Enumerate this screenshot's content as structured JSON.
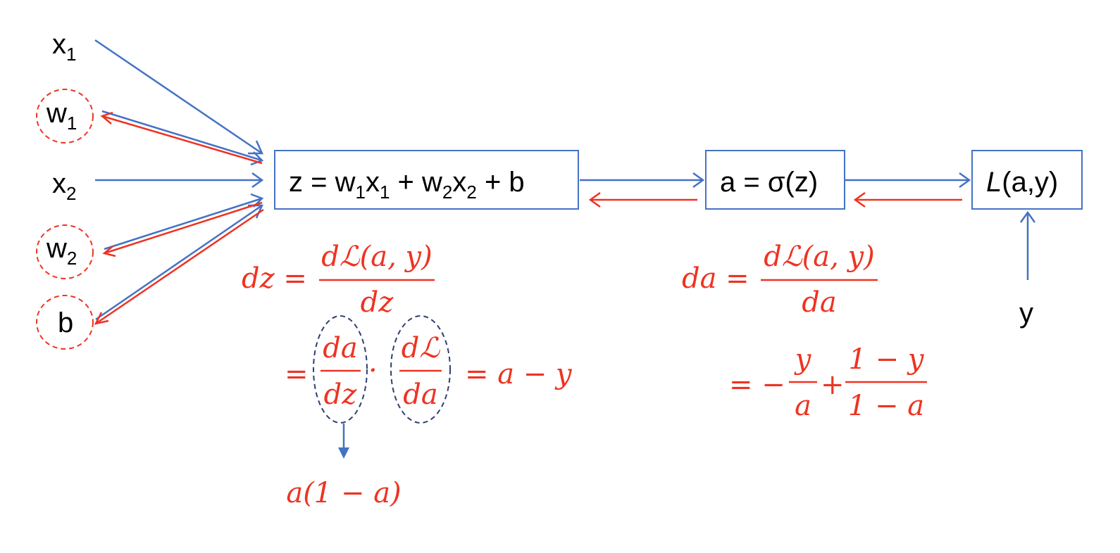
{
  "colors": {
    "forward": "#4472c4",
    "backward": "#ee3322",
    "text": "#000000",
    "math": "#ee3322",
    "circle_navy": "#2f3f6f"
  },
  "inputs": {
    "x1": {
      "base": "x",
      "sub": "1"
    },
    "w1": {
      "base": "w",
      "sub": "1"
    },
    "x2": {
      "base": "x",
      "sub": "2"
    },
    "w2": {
      "base": "w",
      "sub": "2"
    },
    "b": {
      "base": "b"
    }
  },
  "nodes": {
    "z": {
      "parts": [
        "z = w",
        "1",
        "x",
        "1",
        " + w",
        "2",
        "x",
        "2",
        " + b"
      ]
    },
    "a": {
      "text": "a = σ(z)"
    },
    "loss": {
      "italic": "L",
      "rest": "(a,y)"
    },
    "y": {
      "text": "y"
    }
  },
  "equations": {
    "dz_def": {
      "lhs": "dz =",
      "num": "dℒ(a, y)",
      "den": "dz"
    },
    "dz_chain": {
      "eq": "=",
      "f1_num": "da",
      "f1_den": "dz",
      "dot": "·",
      "f2_num": "dℒ",
      "f2_den": "da",
      "result": "= a − y"
    },
    "dz_deriv": {
      "text": "a(1 − a)"
    },
    "da_def": {
      "lhs": "da =",
      "num": "dℒ(a, y)",
      "den": "da"
    },
    "da_result": {
      "eq": "= −",
      "f1_num": "y",
      "f1_den": "a",
      "plus": "+",
      "f2_num": "1 − y",
      "f2_den": "1 − a"
    }
  }
}
